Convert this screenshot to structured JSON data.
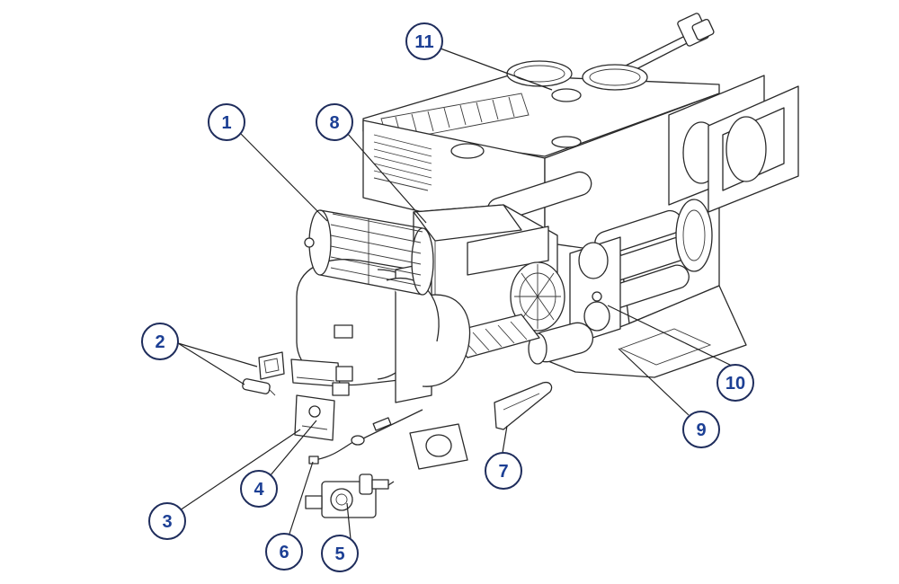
{
  "diagram": {
    "colors": {
      "callout_number": "#1c3f94",
      "callout_ring": "#1f2d5c",
      "line": "#2a2a2a"
    },
    "callouts": [
      {
        "label": "1"
      },
      {
        "label": "2"
      },
      {
        "label": "3"
      },
      {
        "label": "4"
      },
      {
        "label": "5"
      },
      {
        "label": "6"
      },
      {
        "label": "7"
      },
      {
        "label": "8"
      },
      {
        "label": "9"
      },
      {
        "label": "10"
      },
      {
        "label": "11"
      }
    ]
  }
}
